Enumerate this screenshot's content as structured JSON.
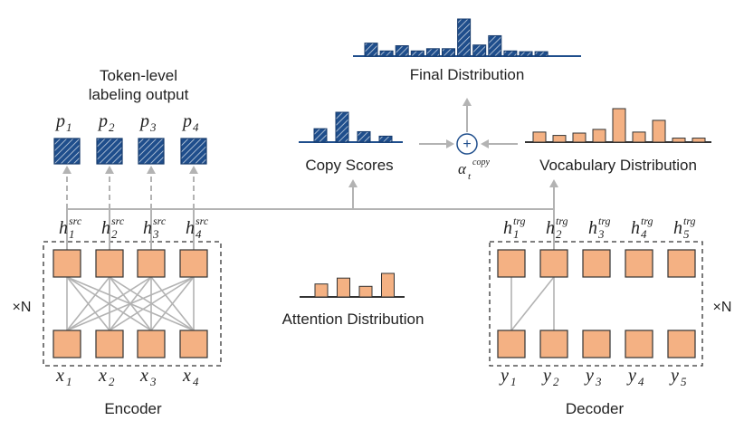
{
  "labels": {
    "token_level_line1": "Token-level",
    "token_level_line2": "labeling output",
    "final_distribution": "Final Distribution",
    "copy_scores": "Copy Scores",
    "vocabulary_distribution": "Vocabulary Distribution",
    "attention_distribution": "Attention Distribution",
    "encoder": "Encoder",
    "decoder": "Decoder",
    "xN_left": "×N",
    "xN_right": "×N",
    "plus": "+",
    "alpha": "α",
    "alpha_sub": "t",
    "alpha_sup": "copy"
  },
  "outputs": [
    {
      "base": "p",
      "sub": "1"
    },
    {
      "base": "p",
      "sub": "2"
    },
    {
      "base": "p",
      "sub": "3"
    },
    {
      "base": "p",
      "sub": "4"
    }
  ],
  "encoder_hidden": [
    {
      "base": "h",
      "sub": "1",
      "sup": "src"
    },
    {
      "base": "h",
      "sub": "2",
      "sup": "src"
    },
    {
      "base": "h",
      "sub": "3",
      "sup": "src"
    },
    {
      "base": "h",
      "sub": "4",
      "sup": "src"
    }
  ],
  "encoder_inputs": [
    {
      "base": "x",
      "sub": "1"
    },
    {
      "base": "x",
      "sub": "2"
    },
    {
      "base": "x",
      "sub": "3"
    },
    {
      "base": "x",
      "sub": "4"
    }
  ],
  "decoder_hidden": [
    {
      "base": "h",
      "sub": "1",
      "sup": "trg"
    },
    {
      "base": "h",
      "sub": "2",
      "sup": "trg"
    },
    {
      "base": "h",
      "sub": "3",
      "sup": "trg"
    },
    {
      "base": "h",
      "sub": "4",
      "sup": "trg"
    },
    {
      "base": "h",
      "sub": "5",
      "sup": "trg"
    }
  ],
  "decoder_inputs": [
    {
      "base": "y",
      "sub": "1"
    },
    {
      "base": "y",
      "sub": "2"
    },
    {
      "base": "y",
      "sub": "3"
    },
    {
      "base": "y",
      "sub": "4"
    },
    {
      "base": "y",
      "sub": "5"
    }
  ],
  "histograms": {
    "final_distribution": [
      0.35,
      0.14,
      0.28,
      0.14,
      0.2,
      0.2,
      1.0,
      0.3,
      0.55,
      0.14,
      0.12,
      0.12
    ],
    "copy_scores": [
      0.45,
      1.0,
      0.35,
      0.2
    ],
    "vocabulary_distribution": [
      0.3,
      0.2,
      0.27,
      0.38,
      1.0,
      0.3,
      0.65,
      0.12,
      0.12
    ],
    "attention_distribution": [
      0.55,
      0.8,
      0.45,
      1.0
    ]
  },
  "colors": {
    "dark_blue": "#1f4e8c",
    "orange": "#f4b183",
    "orange_border": "#333333",
    "gray": "#b3b3b3",
    "axis_dark": "#333333",
    "text": "#222222"
  }
}
